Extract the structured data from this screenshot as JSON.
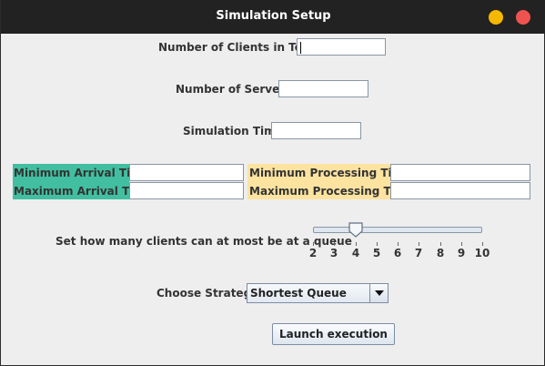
{
  "window": {
    "title": "Simulation Setup"
  },
  "form": {
    "clients_label": "Number of Clients in Total",
    "clients_value": "",
    "servers_label": "Number of Servers",
    "servers_value": "",
    "time_label": "Simulation Time",
    "time_value": "",
    "min_arrival_label": "Minimum Arrival Time",
    "min_arrival_value": "",
    "max_arrival_label": "Maximum Arrival Time",
    "max_arrival_value": "",
    "min_processing_label": "Minimum Processing Time",
    "min_processing_value": "",
    "max_processing_label": "Maximum Processing Time",
    "max_processing_value": "",
    "queue_label": "Set how many clients can at most be at a queue",
    "queue_slider": {
      "min": 2,
      "max": 10,
      "value": 4,
      "ticks": [
        "2",
        "3",
        "4",
        "5",
        "6",
        "7",
        "8",
        "9",
        "10"
      ]
    },
    "strategy_label": "Choose Strategy",
    "strategy_value": "Shortest Queue",
    "launch_label": "Launch execution"
  },
  "colors": {
    "arrival_highlight": "#41bfa0",
    "processing_highlight": "#fde3a0",
    "minimize_button": "#f5b800",
    "close_button": "#ef5350"
  },
  "icons": {
    "minimize": "minimize-icon",
    "close": "close-icon",
    "combo_arrow": "chevron-down-icon"
  }
}
